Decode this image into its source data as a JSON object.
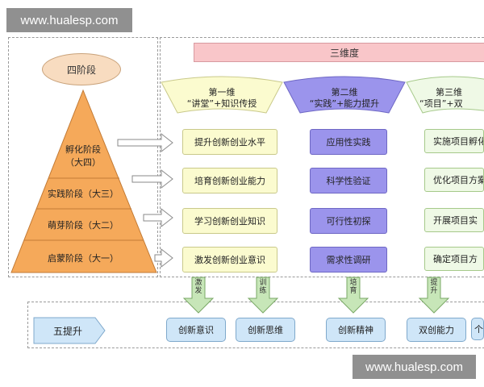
{
  "watermark_top": "www.hualesp.com",
  "watermark_bottom": "www.hualesp.com",
  "four_stages": {
    "title": "四阶段",
    "stages": [
      {
        "line1": "孵化阶段",
        "line2": "（大四）"
      },
      {
        "line1": "实践阶段（大三）"
      },
      {
        "line1": "萌芽阶段（大二）"
      },
      {
        "line1": "启蒙阶段（大一）"
      }
    ]
  },
  "three_dimensions": {
    "title": "三维度",
    "dims": [
      {
        "line1": "第一维",
        "line2": "“讲堂”+知识传授"
      },
      {
        "line1": "第二维",
        "line2": "“实践”+能力提升"
      },
      {
        "line1": "第三维",
        "line2": "“项目”+双"
      }
    ],
    "col1": [
      "提升创新创业水平",
      "培育创新创业能力",
      "学习创新创业知识",
      "激发创新创业意识"
    ],
    "col2": [
      "应用性实践",
      "科学性验证",
      "可行性初探",
      "需求性调研"
    ],
    "col3": [
      "实施项目孵化",
      "优化项目方案",
      "开展项目实",
      "确定项目方"
    ]
  },
  "arrows_down": [
    "激发",
    "训练",
    "培育",
    "提升"
  ],
  "five_improvements": {
    "title": "五提升",
    "items": [
      "创新意识",
      "创新思维",
      "创新精神",
      "双创能力",
      "个"
    ]
  },
  "colors": {
    "pyramid": "#f5a95a",
    "purple": "#9b94ec",
    "yellow": "#fbfbcf",
    "green": "#eff9e6",
    "blue": "#cfe6f8",
    "band": "#f9c6c9"
  }
}
